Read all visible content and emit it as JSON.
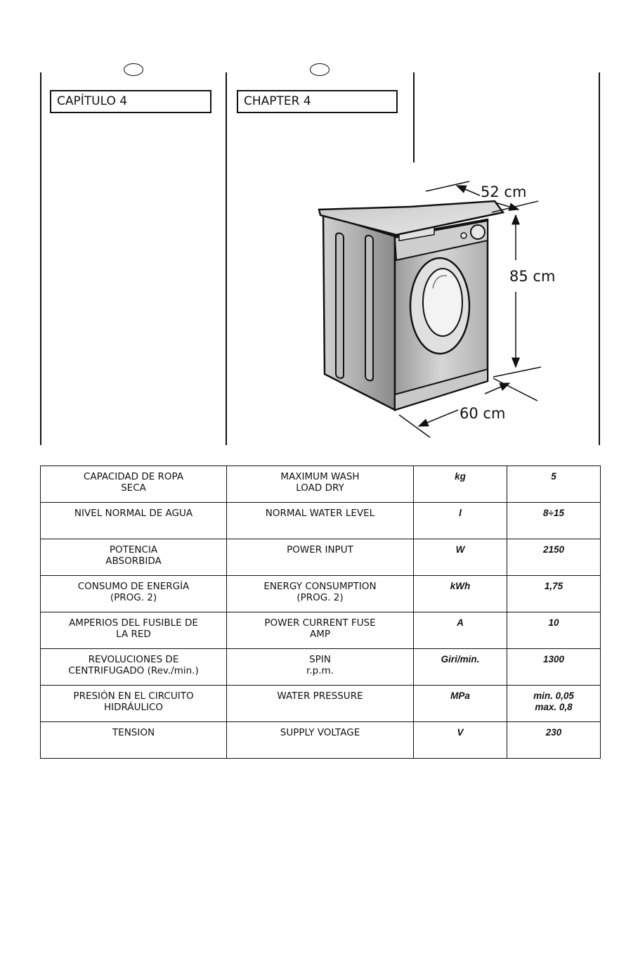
{
  "page": {
    "chapter_es": "CAPÍTULO 4",
    "chapter_en": "CHAPTER 4"
  },
  "figure": {
    "depth": "52 cm",
    "height": "85 cm",
    "width": "60 cm",
    "illustration": "washing-machine-illustration"
  },
  "specs": {
    "rows": [
      {
        "es": "CAPACIDAD DE ROPA\nSECA",
        "en": "MAXIMUM WASH\nLOAD DRY",
        "unit": "kg",
        "value": "5"
      },
      {
        "es": "NIVEL NORMAL DE AGUA",
        "en": "NORMAL WATER LEVEL",
        "unit": "l",
        "value": "8÷15"
      },
      {
        "es": "POTENCIA\nABSORBIDA",
        "en": "POWER INPUT",
        "unit": "W",
        "value": "2150"
      },
      {
        "es": "CONSUMO DE ENERGÍA\n(PROG. 2)",
        "en": "ENERGY CONSUMPTION\n(PROG. 2)",
        "unit": "kWh",
        "value": "1,75"
      },
      {
        "es": "AMPERIOS DEL FUSIBLE DE\nLA RED",
        "en": "POWER CURRENT FUSE\nAMP",
        "unit": "A",
        "value": "10"
      },
      {
        "es": "REVOLUCIONES DE\nCENTRIFUGADO (Rev./min.)",
        "en": "SPIN\nr.p.m.",
        "unit": "Giri/min.",
        "value": "1300"
      },
      {
        "es": "PRESIÓN EN EL CIRCUITO\nHIDRÁULICO",
        "en": "WATER PRESSURE",
        "unit": "MPa",
        "value": "min. 0,05\nmax. 0,8"
      },
      {
        "es": "TENSION",
        "en": "SUPPLY VOLTAGE",
        "unit": "V",
        "value": "230"
      }
    ]
  }
}
